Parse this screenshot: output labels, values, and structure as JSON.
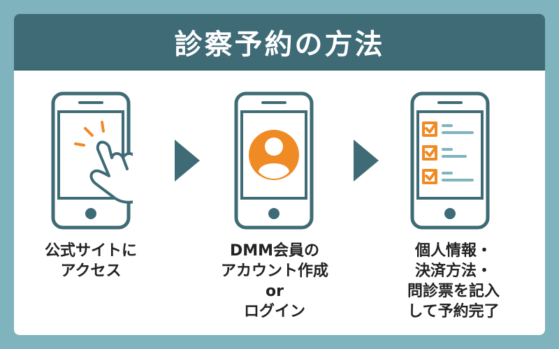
{
  "title": "診察予約の方法",
  "steps": [
    {
      "icon": "phone-tap-icon",
      "lines": [
        "公式サイトに",
        "アクセス"
      ]
    },
    {
      "icon": "phone-user-icon",
      "lines": [
        "DMM会員の",
        "アカウント作成",
        "or",
        "ログイン"
      ]
    },
    {
      "icon": "phone-checklist-icon",
      "lines": [
        "個人情報・",
        "決済方法・",
        "問診票を記入",
        "して予約完了"
      ]
    }
  ],
  "colors": {
    "frame": "#7fb3bd",
    "header": "#3e6b76",
    "phone_outline": "#3e6b76",
    "accent": "#f08a24",
    "arrow": "#3e6b76"
  }
}
